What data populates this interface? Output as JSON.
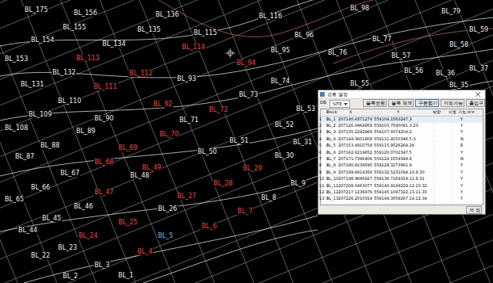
{
  "diagram": {
    "nodes": [
      {
        "text": [
          "경로 설정"
        ]
      },
      {
        "text": [
          "SITE"
        ],
        "in": 0
      },
      {
        "text": [
          "블록전환"
        ],
        "in": 0
      },
      {
        "text": [
          "블록 체크"
        ],
        "in": 0
      },
      {
        "text": [
          "구분합기"
        ],
        "in": 0
      },
      {
        "text": [
          "이동가능"
        ],
        "in": 0
      },
      {
        "text": [
          "출입구"
        ],
        "in": 0
      },
      {
        "text": [
          "저 장"
        ],
        "in": 0
      }
    ],
    "labels": [
      "BL_175",
      "BL_156",
      "BL_136",
      "BL_116",
      "BL_98",
      "BL_79",
      "BL_155",
      "BL_135",
      "BL_115",
      "BL_96",
      "BL_77",
      "BL_59",
      "BL_154",
      "BL_134",
      "BL_114",
      "BL_95",
      "BL_76",
      "BL_58",
      "BL_153",
      "BL_113",
      "BL_94",
      "BL_57",
      "BL_37",
      "BL_132",
      "BL_112",
      "BL_93",
      "BL_74",
      "BL_56",
      "BL_131",
      "BL_111",
      "BL_55",
      "BL_73",
      "BL_110",
      "BL_92",
      "BL_72",
      "BL_53",
      "BL_109",
      "BL_90",
      "BL_71",
      "BL_52",
      "BL_108",
      "BL_89",
      "BL_70",
      "BL_51",
      "BL_31",
      "BL_88",
      "BL_69",
      "BL_50",
      "BL_30",
      "BL_87",
      "BL_68",
      "BL_49",
      "BL_29",
      "BL_67",
      "BL_48",
      "BL_28",
      "BL_9",
      "BL_66",
      "BL_47",
      "BL_27",
      "BL_8",
      "BL_65",
      "BL_46",
      "BL_26",
      "BL_7",
      "BL_45",
      "BL_25",
      "BL_6",
      "BL_44",
      "BL_24",
      "BL_5",
      "BL_23",
      "BL_4",
      "BL_22",
      "BL_3",
      "BL_2",
      "BL_1",
      "BL_36",
      "BL_35",
      "DB",
      "Block",
      "X",
      "Y",
      "방향",
      "이동 가능 여부",
      "1",
      "BL_1",
      "207140.4371279",
      "559104.1563247.3",
      "Y",
      "2",
      "BL_2",
      "207126.0964958",
      "559103.7590081.3.23",
      "Y",
      "3",
      "BL_3",
      "207135.2292968",
      "559107.9374204.2",
      "Y",
      "4",
      "BL_4",
      "207144.3601808",
      "559111.9150346.5.3",
      "N",
      "5",
      "BL_5",
      "207153.4910758",
      "559115.9526264.26",
      "E",
      "6",
      "BL_6",
      "207162.6219652",
      "559120.0702347.5",
      "Y",
      "7",
      "BL_7",
      "207171.7396406",
      "559124.1559349.8",
      "N",
      "8",
      "BL_8",
      "207180.8139595",
      "559128.3273961.9",
      "Y",
      "9",
      "BL_9",
      "207189.8914356",
      "559132.5231094.10.8.30",
      "Y",
      "10",
      "BL_10",
      "207198.9686927",
      "559136.7169319.11.8.31",
      "Y",
      "11",
      "BL_11",
      "207208.0463077",
      "559140.9149229.12.10.32",
      "Y",
      "12",
      "BL_12",
      "207217.1236876",
      "559145.1097322.13.11.33",
      "Y",
      "13",
      "BL_13",
      "207226.2010314",
      "559149.3058267.14.12.34",
      "Y"
    ]
  }
}
